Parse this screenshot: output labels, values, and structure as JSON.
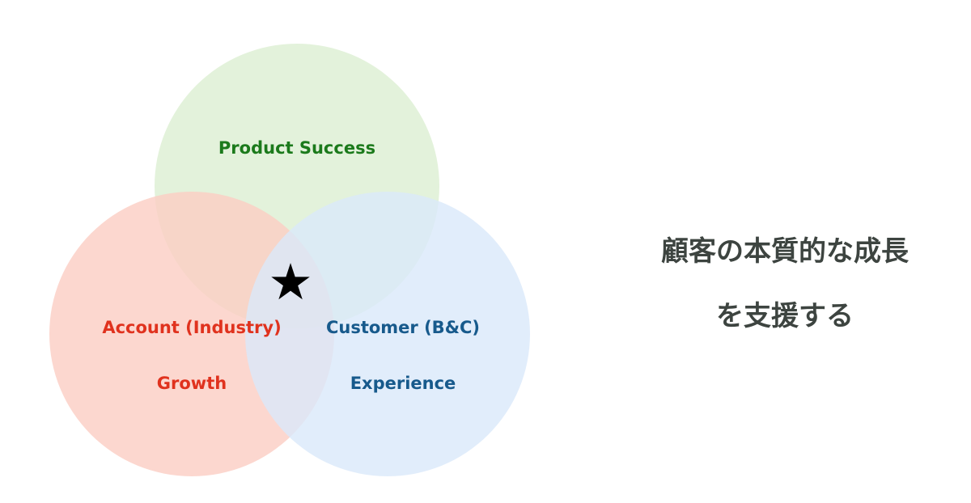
{
  "diagram": {
    "circles": {
      "product": {
        "fill": "#dcefd2"
      },
      "account": {
        "fill": "#fbcdc3"
      },
      "customer": {
        "fill": "#d9e9fa"
      }
    },
    "labels": {
      "product": "Product Success",
      "account_line1": "Account (Industry)",
      "account_line2": "Growth",
      "customer_line1": "Customer (B&C)",
      "customer_line2": "Experience"
    },
    "label_colors": {
      "product": "#1b7a1b",
      "account": "#e0321e",
      "customer": "#175a8c"
    },
    "center_symbol": "★"
  },
  "tagline": {
    "line1": "顧客の本質的な成長",
    "line2": "を支援する"
  }
}
